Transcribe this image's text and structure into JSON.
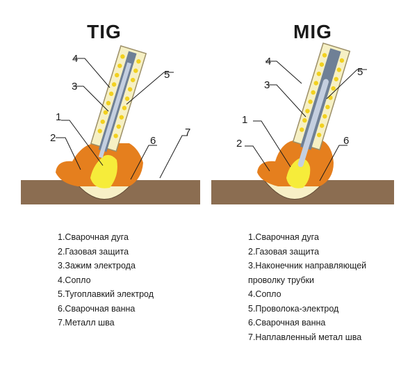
{
  "panels": {
    "tig": {
      "title": "TIG",
      "callouts": [
        "1",
        "2",
        "3",
        "4",
        "5",
        "6",
        "7"
      ],
      "legend": [
        "1.Сварочная дуга",
        "2.Газовая защита",
        "3.Зажим электрода",
        "4.Сопло",
        "5.Тугоплавкий электрод",
        "6.Сварочная ванна",
        "7.Металл шва"
      ]
    },
    "mig": {
      "title": "MIG",
      "callouts": [
        "1",
        "2",
        "3",
        "4",
        "5",
        "6"
      ],
      "legend": [
        "1.Сварочная дуга",
        "2.Газовая защита",
        "3.Наконечник направляющей проволку трубки",
        "4.Сопло",
        "5.Проволока-электрод",
        "6.Сварочная ванна",
        "7.Наплавленный метал шва"
      ]
    }
  },
  "colors": {
    "base_metal": "#8b6d51",
    "nozzle": "#f6f0c4",
    "gas_dots": "#f2d11e",
    "electrode_holder": "#6f8096",
    "electrode": "#c4cfe0",
    "gas_shield": "#e57f1e",
    "arc": "#f6ec3a",
    "weld_bead": "#f7efc6"
  }
}
